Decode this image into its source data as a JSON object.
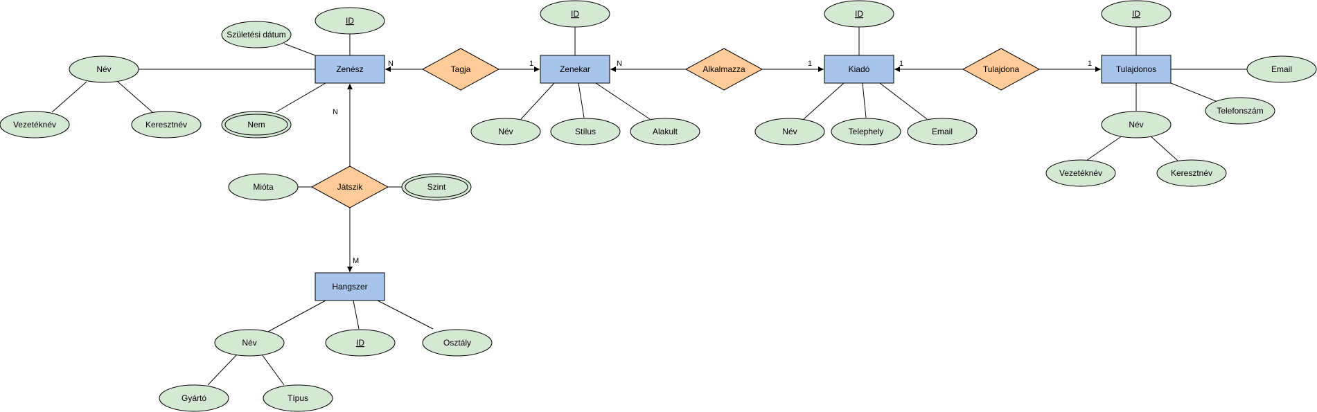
{
  "entities": {
    "zenesz": "Zenész",
    "zenekar": "Zenekar",
    "kiado": "Kiadó",
    "tulajdonos": "Tulajdonos",
    "hangszer": "Hangszer"
  },
  "relationships": {
    "tagja": "Tagja",
    "alkalmazza": "Alkalmazza",
    "tulajdona": "Tulajdona",
    "jatszik": "Játszik"
  },
  "attributes": {
    "zenesz": {
      "id": "ID",
      "szuletesi_datum": "Születési dátum",
      "nev": "Név",
      "vezeteknev": "Vezetéknév",
      "keresztnev": "Keresztnév",
      "nem": "Nem"
    },
    "zenekar": {
      "id": "ID",
      "nev": "Név",
      "stilus": "Stílus",
      "alakult": "Alakult"
    },
    "kiado": {
      "id": "ID",
      "nev": "Név",
      "telephely": "Telephely",
      "email": "Email"
    },
    "tulajdonos": {
      "id": "ID",
      "email": "Email",
      "telefonszam": "Telefonszám",
      "nev": "Név",
      "vezeteknev": "Vezetéknév",
      "keresztnev": "Keresztnév"
    },
    "jatszik": {
      "miota": "Mióta",
      "szint": "Szint"
    },
    "hangszer": {
      "nev": "Név",
      "id": "ID",
      "osztaly": "Osztály",
      "gyarto": "Gyártó",
      "tipus": "Típus"
    }
  },
  "cardinalities": {
    "tagja_zenesz": "N",
    "tagja_zenekar": "1",
    "alkalmazza_zenekar": "N",
    "alkalmazza_kiado": "1",
    "tulajdona_kiado": "1",
    "tulajdona_tulajdonos": "1",
    "jatszik_zenesz": "N",
    "jatszik_hangszer": "M"
  },
  "colors": {
    "entity_fill": "#a9c4eb",
    "attribute_fill": "#d5e8d4",
    "relationship_fill": "#ffcc99",
    "stroke": "#000000"
  }
}
